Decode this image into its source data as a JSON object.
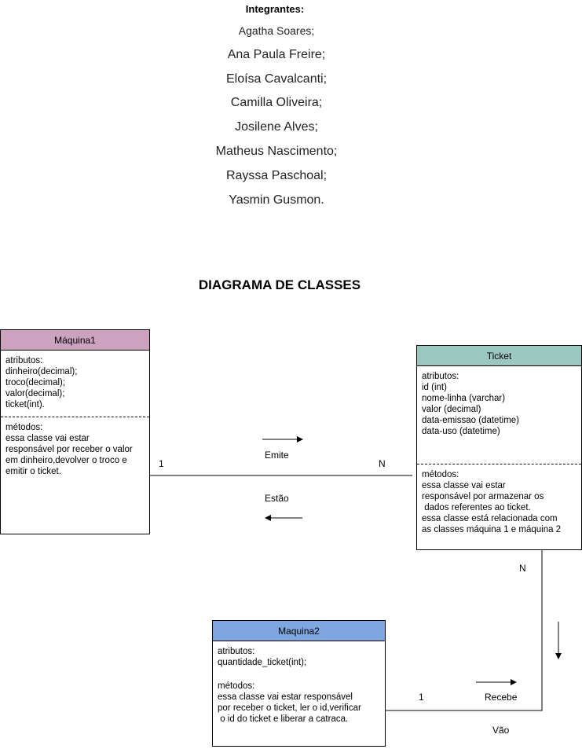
{
  "header": {
    "members_title": "Integrantes:",
    "members": [
      "Agatha Soares;",
      "Ana Paula Freire;",
      "Eloísa Cavalcanti;",
      "Camilla Oliveira;",
      "Josilene Alves;",
      "Matheus Nascimento;",
      "Rayssa Paschoal;",
      "Yasmin Gusmon."
    ]
  },
  "diagram_title": "DIAGRAMA DE CLASSES",
  "classes": {
    "maquina1": {
      "name": "Máquina1",
      "header_color": "#cda2be",
      "attributes": [
        "atributos:",
        "dinheiro(decimal);",
        "troco(decimal);",
        "valor(decimal);",
        "ticket(int)."
      ],
      "methods": [
        "métodos:",
        "essa classe vai estar",
        "responsável por receber o valor",
        "em dinheiro,devolver o troco e",
        "emitir o ticket."
      ]
    },
    "ticket": {
      "name": "Ticket",
      "header_color": "#9ac7bf",
      "attributes": [
        "atributos:",
        "id (int)",
        "nome-linha (varchar)",
        "valor (decimal)",
        "data-emissao (datetime)",
        "data-uso (datetime)"
      ],
      "methods": [
        "métodos:",
        "essa classe vai estar",
        "responsável por armazenar os",
        " dados referentes ao ticket.",
        "essa classe está relacionada com",
        "as classes máquina 1 e máquina 2"
      ]
    },
    "maquina2": {
      "name": "Maquina2",
      "header_color": "#7ea6e0",
      "attributes": [
        "atributos:",
        "quantidade_ticket(int);"
      ],
      "methods": [
        "métodos:",
        "essa classe vai estar responsável",
        "por receber o ticket, ler o id,verificar",
        " o id do ticket e liberar a catraca."
      ]
    }
  },
  "relations": {
    "m1_ticket": {
      "mult_left": "1",
      "mult_right": "N",
      "label_forward": "Emite",
      "label_backward": "Estão"
    },
    "ticket_m2": {
      "mult_ticket": "N",
      "mult_m2": "1",
      "label_forward": "Recebe",
      "label_backward": "Vão"
    }
  }
}
